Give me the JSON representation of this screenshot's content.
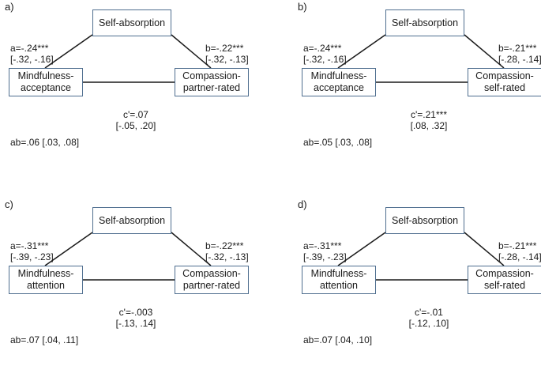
{
  "panels": [
    {
      "label": "a)",
      "mediator": "Self-absorption",
      "predictor": [
        "Mindfulness-",
        "acceptance"
      ],
      "outcome": [
        "Compassion-",
        "partner-rated"
      ],
      "a": {
        "estimate": "a=-.24***",
        "ci": "[-.32, -.16]"
      },
      "b": {
        "estimate": "b=-.22***",
        "ci": "[-.32, -.13]"
      },
      "c_prime": {
        "estimate": "c'=.07",
        "ci": "[-.05, .20]"
      },
      "ab": "ab=.06 [.03, .08]"
    },
    {
      "label": "b)",
      "mediator": "Self-absorption",
      "predictor": [
        "Mindfulness-",
        "acceptance"
      ],
      "outcome": [
        "Compassion-",
        "self-rated"
      ],
      "a": {
        "estimate": "a=-.24***",
        "ci": "[-.32, -.16]"
      },
      "b": {
        "estimate": "b=-.21***",
        "ci": "[-.28, -.14]"
      },
      "c_prime": {
        "estimate": "c'=.21***",
        "ci": "[.08, .32]"
      },
      "ab": "ab=.05 [.03, .08]"
    },
    {
      "label": "c)",
      "mediator": "Self-absorption",
      "predictor": [
        "Mindfulness-",
        "attention"
      ],
      "outcome": [
        "Compassion-",
        "partner-rated"
      ],
      "a": {
        "estimate": "a=-.31***",
        "ci": "[-.39, -.23]"
      },
      "b": {
        "estimate": "b=-.22***",
        "ci": "[-.32, -.13]"
      },
      "c_prime": {
        "estimate": "c'=-.003",
        "ci": "[-.13, .14]"
      },
      "ab": "ab=.07 [.04, .11]"
    },
    {
      "label": "d)",
      "mediator": "Self-absorption",
      "predictor": [
        "Mindfulness-",
        "attention"
      ],
      "outcome": [
        "Compassion-",
        "self-rated"
      ],
      "a": {
        "estimate": "a=-.31***",
        "ci": "[-.39, -.23]"
      },
      "b": {
        "estimate": "b=-.21***",
        "ci": "[-.28, -.14]"
      },
      "c_prime": {
        "estimate": "c'=-.01",
        "ci": "[-.12, .10]"
      },
      "ab": "ab=.07 [.04, .10]"
    }
  ],
  "colors": {
    "box_border": "#4f6e8f",
    "line": "#1a1a1a",
    "text": "#1a1a1a"
  }
}
